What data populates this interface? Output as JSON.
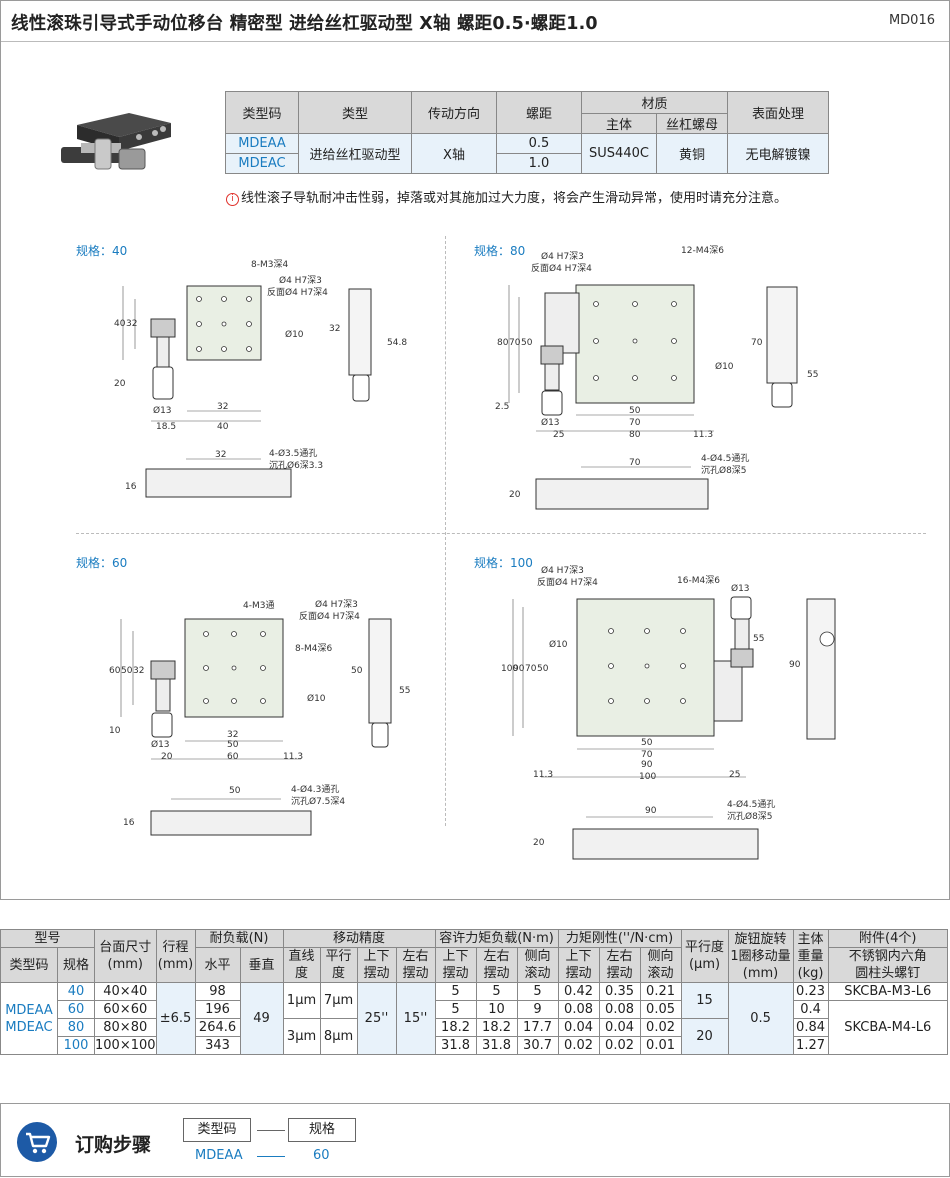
{
  "header": {
    "title": "线性滚珠引导式手动位移台  精密型  进给丝杠驱动型  X轴  螺距0.5·螺距1.0",
    "code": "MD016"
  },
  "spec_table": {
    "headers": [
      "类型码",
      "类型",
      "传动方向",
      "螺距",
      "材质",
      "表面处理"
    ],
    "material_sub": [
      "主体",
      "丝杠螺母"
    ],
    "type_codes": [
      "MDEAA",
      "MDEAC"
    ],
    "type": "进给丝杠驱动型",
    "direction": "X轴",
    "pitches": [
      "0.5",
      "1.0"
    ],
    "body_material": "SUS440C",
    "nut_material": "黄铜",
    "surface": "无电解镀镍"
  },
  "notice": "线性滚子导轨耐冲击性弱，掉落或对其施加过大力度，将会产生滑动异常，使用时请充分注意。",
  "drawings": {
    "s40": {
      "label": "规格：40",
      "notes": [
        "8-M3深4",
        "Ø4 H7深3",
        "反面Ø4 H7深4",
        "4-Ø3.5通孔",
        "沉孔Ø6深3.3"
      ],
      "dims": [
        "40",
        "32",
        "20",
        "Ø13",
        "18.5",
        "40",
        "32",
        "Ø10",
        "32",
        "54.8",
        "32",
        "16"
      ]
    },
    "s80": {
      "label": "规格：80",
      "notes": [
        "Ø4 H7深3",
        "反面Ø4 H7深4",
        "12-M4深6",
        "4-Ø4.5通孔",
        "沉孔Ø8深5"
      ],
      "dims": [
        "80",
        "70",
        "50",
        "2.5",
        "Ø13",
        "25",
        "50",
        "70",
        "80",
        "11.3",
        "Ø10",
        "70",
        "55",
        "70",
        "20"
      ]
    },
    "s60": {
      "label": "规格：60",
      "notes": [
        "4-M3通",
        "Ø4 H7深3",
        "反面Ø4 H7深4",
        "8-M4深6",
        "4-Ø4.3通孔",
        "沉孔Ø7.5深4"
      ],
      "dims": [
        "60",
        "50",
        "32",
        "10",
        "Ø13",
        "20",
        "32",
        "50",
        "60",
        "11.3",
        "Ø10",
        "50",
        "55",
        "50",
        "16"
      ]
    },
    "s100": {
      "label": "规格：100",
      "notes": [
        "Ø4 H7深3",
        "反面Ø4 H7深4",
        "16-M4深6",
        "Ø13",
        "4-Ø4.5通孔",
        "沉孔Ø8深5"
      ],
      "dims": [
        "100",
        "90",
        "70",
        "50",
        "Ø10",
        "11.3",
        "50",
        "70",
        "90",
        "100",
        "25",
        "55",
        "90",
        "90",
        "20"
      ]
    }
  },
  "main_table": {
    "h_model": "型号",
    "h_typecode": "类型码",
    "h_spec": "规格",
    "h_table_size": "台面尺寸\n(mm)",
    "h_stroke": "行程\n(mm)",
    "h_load": "耐负载(N)",
    "h_load_h": "水平",
    "h_load_v": "垂直",
    "h_accuracy": "移动精度",
    "h_acc_cols": [
      "直线\n度",
      "平行\n度",
      "上下\n摆动",
      "左右\n摆动"
    ],
    "h_moment": "容许力矩负载(N·m)",
    "h_rigidity": "力矩刚性(''/N·cm)",
    "h_mom_cols": [
      "上下\n摆动",
      "左右\n摆动",
      "侧向\n滚动"
    ],
    "h_parallel": "平行度\n(μm)",
    "h_knob": "旋钮旋转\n1圈移动量\n(mm)",
    "h_weight": "主体\n重量\n(kg)",
    "h_accessory": "附件(4个)",
    "h_accessory_sub": "不锈钢内六角\n圆柱头螺钉",
    "type_codes": "MDEAA\nMDEAC",
    "stroke": "±6.5",
    "load_v": "49",
    "straight": [
      "1μm",
      "3μm"
    ],
    "parallel": [
      "7μm",
      "8μm"
    ],
    "pitch_sw": "25''",
    "yaw_sw": "15''",
    "parallelism": [
      "15",
      "20"
    ],
    "knob": "0.5",
    "accessories": [
      "SKCBA-M3-L6",
      "SKCBA-M4-L6"
    ],
    "rows": [
      {
        "spec": "40",
        "size": "40×40",
        "load_h": "98",
        "m": [
          "5",
          "5",
          "5"
        ],
        "r": [
          "0.42",
          "0.35",
          "0.21"
        ],
        "weight": "0.23"
      },
      {
        "spec": "60",
        "size": "60×60",
        "load_h": "196",
        "m": [
          "5",
          "10",
          "9"
        ],
        "r": [
          "0.08",
          "0.08",
          "0.05"
        ],
        "weight": "0.4"
      },
      {
        "spec": "80",
        "size": "80×80",
        "load_h": "264.6",
        "m": [
          "18.2",
          "18.2",
          "17.7"
        ],
        "r": [
          "0.04",
          "0.04",
          "0.02"
        ],
        "weight": "0.84"
      },
      {
        "spec": "100",
        "size": "100×100",
        "load_h": "343",
        "m": [
          "31.8",
          "31.8",
          "30.7"
        ],
        "r": [
          "0.02",
          "0.02",
          "0.01"
        ],
        "weight": "1.27"
      }
    ]
  },
  "order": {
    "title": "订购步骤",
    "box1": "类型码",
    "box2": "规格",
    "val1": "MDEAA",
    "val2": "60",
    "cart_icon": "cart-icon",
    "accent": "#1d5aa6"
  }
}
